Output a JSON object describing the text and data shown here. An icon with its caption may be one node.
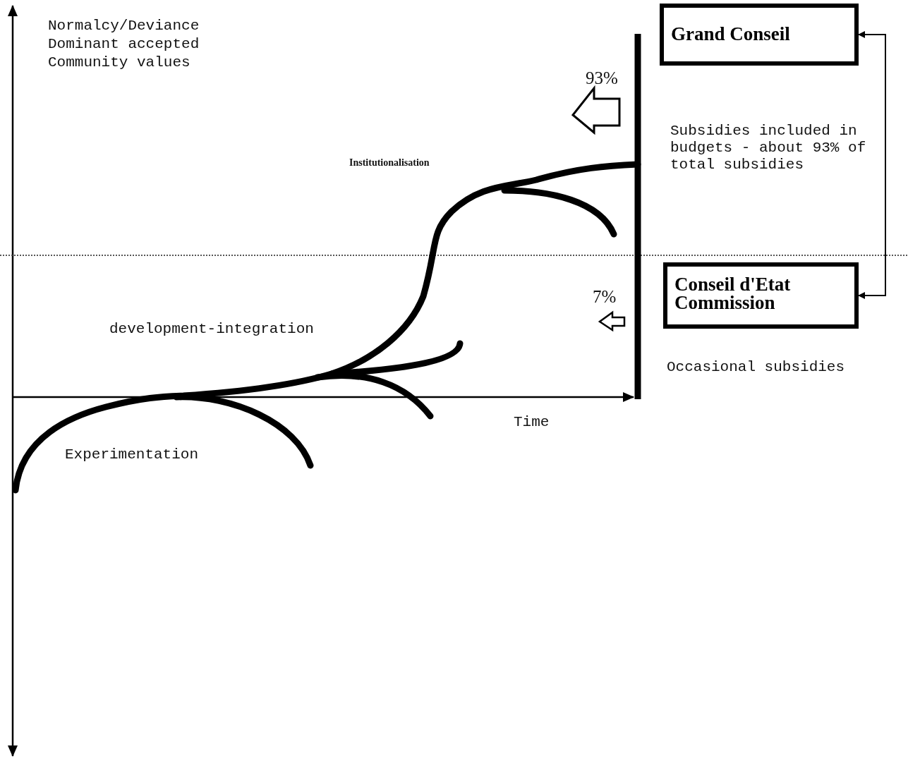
{
  "diagram": {
    "nodes": [
      {
        "text": [
          "Grand Conseil"
        ]
      },
      {
        "text": [
          "Conseil d'Etat Commission"
        ]
      }
    ],
    "edges": [
      {
        "from": 0,
        "to": 1,
        "arrow": "both"
      }
    ],
    "labels": [
      "Normalcy/Deviance Dominant accepted Community values",
      "93%",
      "Institutionalisation",
      "Subsidies included in budgets - about 93% of total subsidies",
      "7%",
      "development-integration",
      "Occasional subsidies",
      "Time",
      "Experimentation"
    ]
  }
}
